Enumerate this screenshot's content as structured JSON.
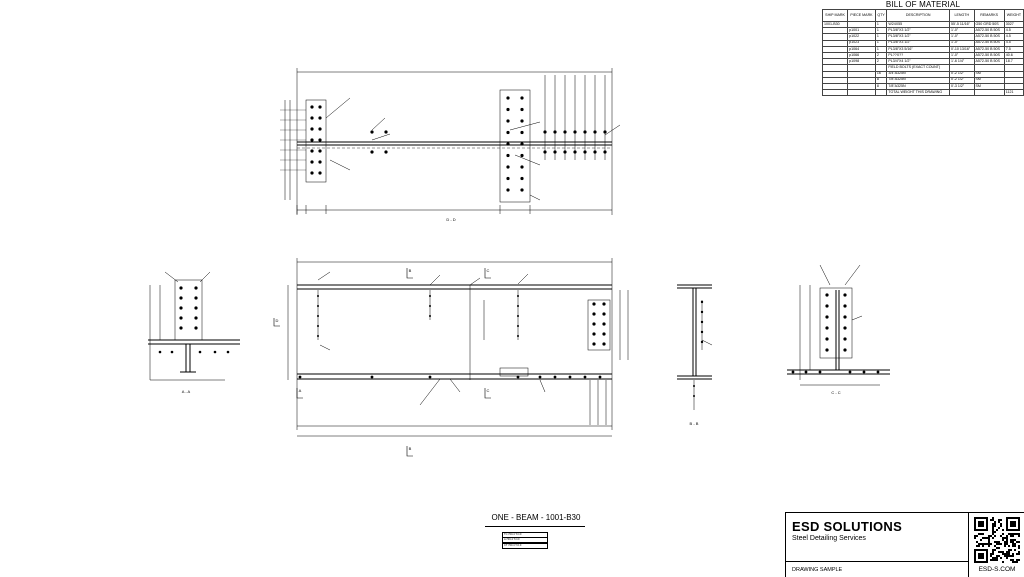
{
  "bom": {
    "title": "BILL OF MATERIAL",
    "headers": [
      "SHIP MARK",
      "PIECE MARK",
      "QTY",
      "DESCRIPTION",
      "LENGTH",
      "REMARKS",
      "WEIGHT"
    ],
    "rows": [
      [
        "1001-B30",
        "",
        "1",
        "W24X55",
        "55'-5 11/16\"",
        "G50 GRD 50S",
        "3027"
      ],
      [
        "",
        "p1001",
        "1",
        "PL3/8\"X3 1/2\"",
        "1'-0\"",
        "A572-50 B 50S",
        "4.5"
      ],
      [
        "",
        "p1022",
        "1",
        "PL3/8\"X3 1/2\"",
        "1'-0\"",
        "A572-50 B 50S",
        "4.5"
      ],
      [
        "",
        "p1023",
        "1",
        "PL3/8\"X3 1/2\"",
        "1'-0\"",
        "A572-50 B 50S",
        "4.5"
      ],
      [
        "",
        "p1064",
        "1",
        "PL3/8\"X3 5/16\"",
        "0'-10 13/16\"",
        "A572-50 B 50S",
        "7.5"
      ],
      [
        "",
        "p1066",
        "2",
        "PL??X??",
        "1'-0\"",
        "A572-50 B 50S",
        "40.6"
      ],
      [
        "",
        "p1098",
        "2",
        "PL3/4\"X4 1/2\"",
        "1'-6 1/4\"",
        "A572-50 B 50S",
        "18.7"
      ],
      [
        "",
        "",
        "",
        "FIELD BOLTS (EXACT COUNT)",
        "",
        "",
        ""
      ],
      [
        "",
        "",
        "16",
        "3/4\"A325N",
        "0'-2 1/2\"",
        "SM",
        ""
      ],
      [
        "",
        "",
        "8",
        "7/8\"A325N",
        "0'-2 1/2\"",
        "SM",
        ""
      ],
      [
        "",
        "",
        "8",
        "7/8\"A325N",
        "0'-3 1/2\"",
        "SM",
        ""
      ],
      [
        "",
        "",
        "",
        "TOTAL WEIGHT THIS DRAWING",
        "",
        "",
        "1121"
      ]
    ]
  },
  "drawing": {
    "beam_title": "ONE - BEAM - 1001-B30",
    "small_box": [
      "TC 700.4 T.O.F",
      "A 700.4 T.O.F",
      "CT 700.4 T.O.F"
    ],
    "section_labels": [
      "D - D",
      "A - A",
      "B",
      "B - B",
      "C - C"
    ],
    "section_tags": [
      "A",
      "B",
      "C",
      "D"
    ]
  },
  "title_block": {
    "company": "ESD SOLUTIONS",
    "tagline": "Steel Detailing Services",
    "sheet": "DRAWING SAMPLE",
    "website": "ESD-S.COM"
  },
  "colors": {
    "ink": "#000000",
    "paper": "#ffffff",
    "light": "#888888"
  }
}
